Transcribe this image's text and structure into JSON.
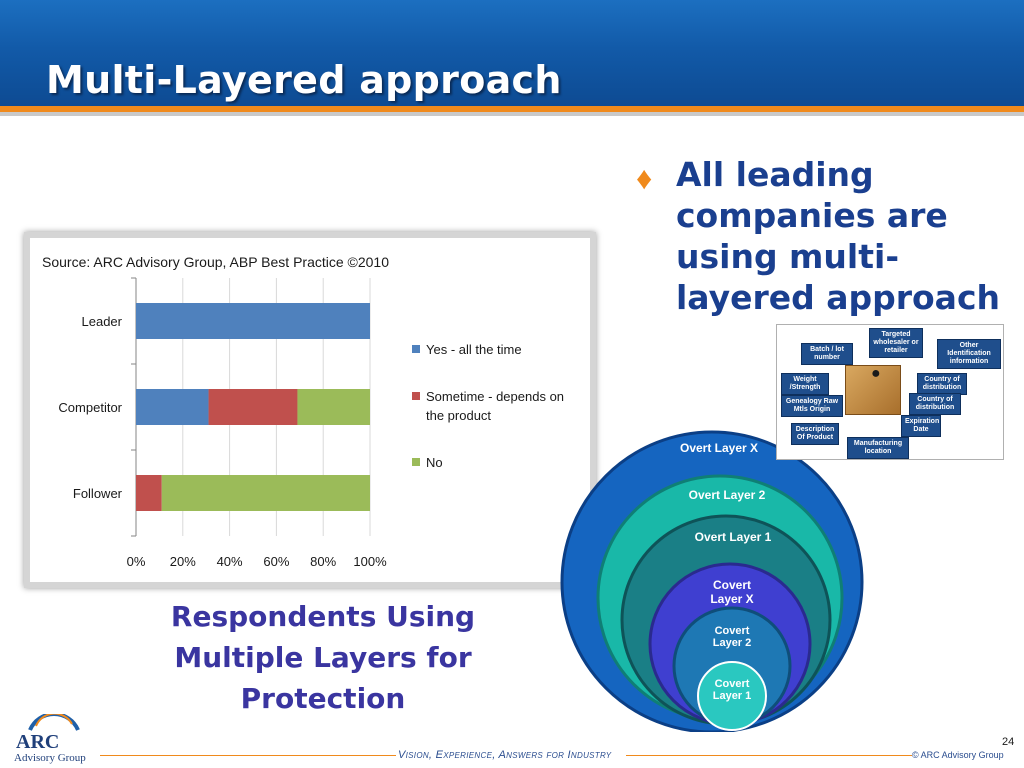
{
  "slide": {
    "title": "Multi-Layered approach",
    "page_number": "24",
    "tagline": "Vision, Experience, Answers for Industry",
    "copyright": "© ARC Advisory Group"
  },
  "logo": {
    "brand": "ARC",
    "subtitle": "Advisory Group"
  },
  "caption": "Respondents Using Multiple Layers for Protection",
  "bullet": {
    "icon": "diamond-bullet-icon",
    "text": "All leading companies are using multi-layered approach"
  },
  "colors": {
    "header_blue": "#125aa8",
    "accent_orange": "#f08a1c",
    "series_yes": "#4f81bd",
    "series_sometime": "#c0504d",
    "series_no": "#9bbb59"
  },
  "chart_data": {
    "type": "bar",
    "orientation": "horizontal",
    "stacked": true,
    "title": "Source: ARC Advisory Group, ABP Best Practice ©2010",
    "categories": [
      "Leader",
      "Competitor",
      "Follower"
    ],
    "series": [
      {
        "name": "Yes - all the time",
        "values": [
          100,
          31,
          0
        ],
        "color": "#4f81bd"
      },
      {
        "name": "Sometime - depends on the product",
        "values": [
          0,
          38,
          11
        ],
        "color": "#c0504d"
      },
      {
        "name": "No",
        "values": [
          0,
          31,
          89
        ],
        "color": "#9bbb59"
      }
    ],
    "xlim": [
      0,
      100
    ],
    "x_ticks": [
      "0%",
      "20%",
      "40%",
      "60%",
      "80%",
      "100%"
    ],
    "grid": true,
    "legend": "right"
  },
  "layers": [
    {
      "label": "Overt Layer X",
      "color": "#1565c0"
    },
    {
      "label": "Overt Layer 2",
      "color": "#19b8a8"
    },
    {
      "label": "Overt Layer 1",
      "color": "#1a7f86"
    },
    {
      "label": "Covert Layer X",
      "color": "#3f3fd0"
    },
    {
      "label": "Covert Layer 2",
      "color": "#1e78b4"
    },
    {
      "label": "Covert Layer 1",
      "color": "#2ac8c0"
    }
  ],
  "inset_tags": [
    {
      "label": "Targeted wholesaler or retailer"
    },
    {
      "label": "Batch / lot number"
    },
    {
      "label": "Other Identification information"
    },
    {
      "label": "Weight /Strength"
    },
    {
      "label": "Country of distribution"
    },
    {
      "label": "Genealogy Raw Mtls Origin"
    },
    {
      "label": "Country of distribution"
    },
    {
      "label": "Expiration Date"
    },
    {
      "label": "Description Of Product"
    },
    {
      "label": "Manufacturing location"
    }
  ]
}
